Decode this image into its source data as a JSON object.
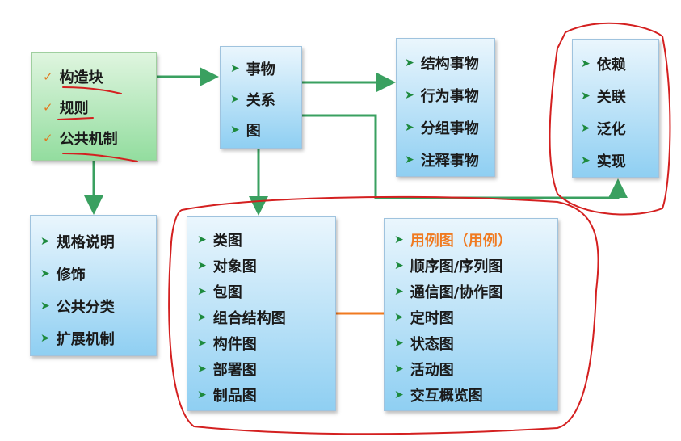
{
  "mechanisms": {
    "items": [
      "构造块",
      "规则",
      "公共机制"
    ]
  },
  "building_blocks": {
    "items": [
      "事物",
      "关系",
      "图"
    ]
  },
  "things": {
    "items": [
      "结构事物",
      "行为事物",
      "分组事物",
      "注释事物"
    ]
  },
  "relations": {
    "items": [
      "依赖",
      "关联",
      "泛化",
      "实现"
    ]
  },
  "common_mechanisms": {
    "items": [
      "规格说明",
      "修饰",
      "公共分类",
      "扩展机制"
    ]
  },
  "diagrams_left": {
    "items": [
      "类图",
      "对象图",
      "包图",
      "组合结构图",
      "构件图",
      "部署图",
      "制品图"
    ]
  },
  "diagrams_right": {
    "items": [
      "用例图（用例）",
      "顺序图/序列图",
      "通信图/协作图",
      "定时图",
      "状态图",
      "活动图",
      "交互概览图"
    ]
  },
  "colors": {
    "connector": "#3aa060",
    "highlight": "#f07a20",
    "annotation": "#d42020"
  }
}
